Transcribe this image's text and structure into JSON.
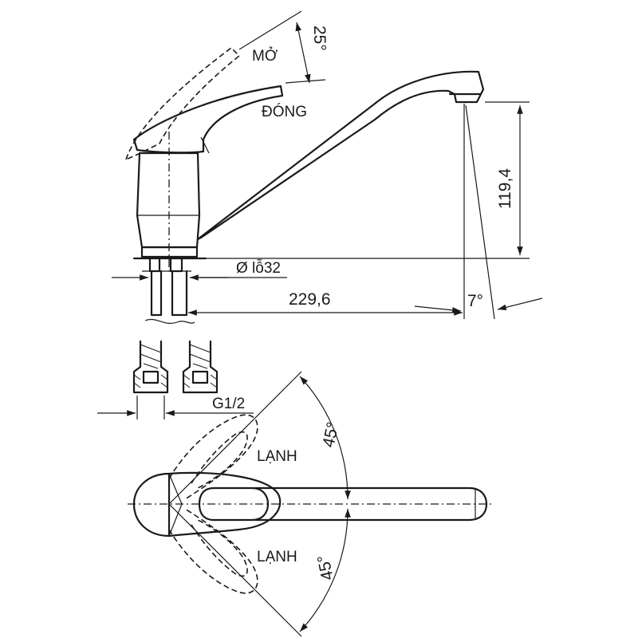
{
  "labels": {
    "open": "MỞ",
    "closed": "ĐÓNG",
    "cold_top": "LẠNH",
    "cold_bottom": "LẠNH"
  },
  "dimensions": {
    "handle_open_angle": "25°",
    "spout_height": "119,4",
    "spout_reach": "229,6",
    "hole_diameter": "Ø lỗ32",
    "spout_tilt": "7°",
    "thread": "G1/2",
    "rotation_top": "45°",
    "rotation_bottom": "45°"
  }
}
